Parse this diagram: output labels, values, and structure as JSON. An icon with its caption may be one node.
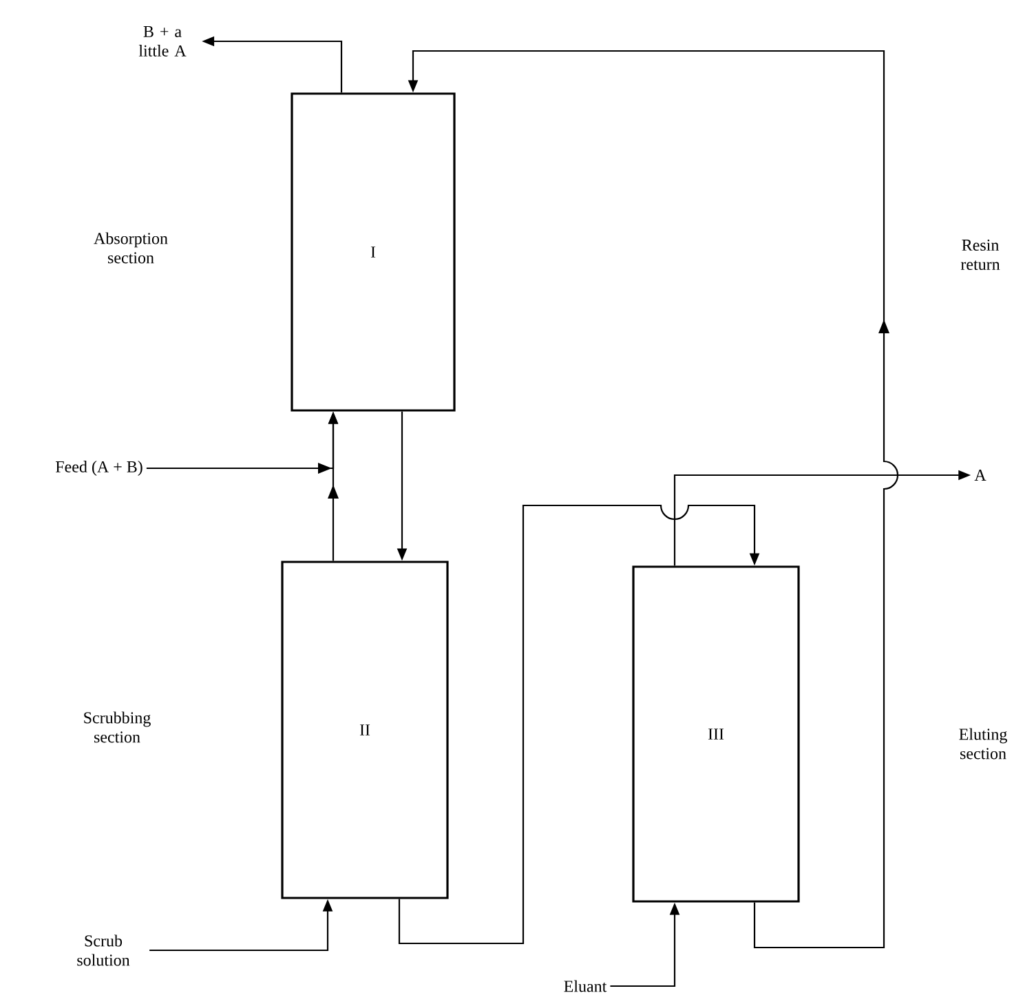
{
  "diagram": {
    "nodes": [
      {
        "text": [
          "I"
        ]
      },
      {
        "text": [
          "II"
        ]
      },
      {
        "text": [
          "III"
        ]
      },
      {
        "text": [
          "B + a little A"
        ]
      },
      {
        "text": [
          "Feed (A + B)"
        ]
      },
      {
        "text": [
          "Scrub solution"
        ]
      },
      {
        "text": [
          "Eluant"
        ]
      },
      {
        "text": [
          "A"
        ]
      }
    ],
    "edges": [
      {
        "from": 0,
        "to": 3,
        "arrow": "to"
      },
      {
        "from": 4,
        "to": 0,
        "arrow": "to"
      },
      {
        "from": 1,
        "to": 0,
        "arrow": "to"
      },
      {
        "from": 0,
        "to": 1,
        "arrow": "to"
      },
      {
        "from": 5,
        "to": 1,
        "arrow": "to"
      },
      {
        "from": 1,
        "to": 2,
        "arrow": "to"
      },
      {
        "from": 6,
        "to": 2,
        "arrow": "to"
      },
      {
        "from": 2,
        "to": 7,
        "arrow": "to"
      },
      {
        "from": 2,
        "to": 0,
        "arrow": "to"
      }
    ],
    "labels": [
      "Absorption section",
      "Resin return",
      "Scrubbing section",
      "Eluting section"
    ]
  }
}
